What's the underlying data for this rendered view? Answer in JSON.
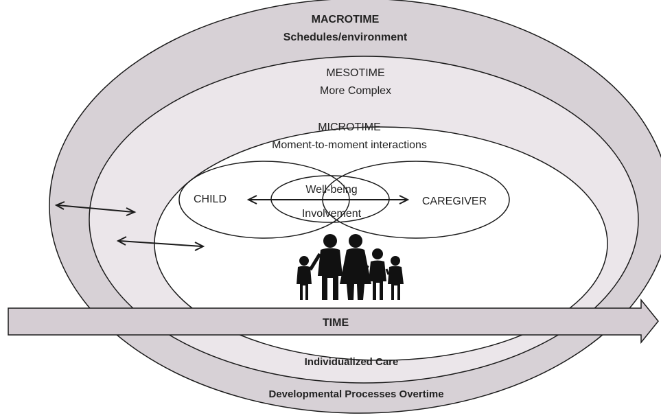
{
  "macro": {
    "title": "MACROTIME",
    "subtitle": "Schedules/environment"
  },
  "meso": {
    "title": "MESOTIME",
    "subtitle": "More Complex"
  },
  "micro": {
    "title": "MICROTIME",
    "subtitle": "Moment-to-moment interactions"
  },
  "interaction": {
    "left": "CHILD",
    "right": "CAREGIVER",
    "center_top": "Well-being",
    "center_bottom": "Involvement"
  },
  "time_arrow": {
    "label": "TIME"
  },
  "bottom": {
    "inner": "Individualized Care",
    "outer": "Developmental Processes Overtime"
  },
  "icons": {
    "family": "family-icon",
    "arrows": "double-arrow-icon"
  },
  "colors": {
    "outer_ring": "#d7d1d6",
    "middle_ring": "#ebe6ea",
    "inner_area": "#ffffff",
    "time_band": "#d5cdd3",
    "stroke": "#1a1a1a",
    "figures": "#111111"
  }
}
